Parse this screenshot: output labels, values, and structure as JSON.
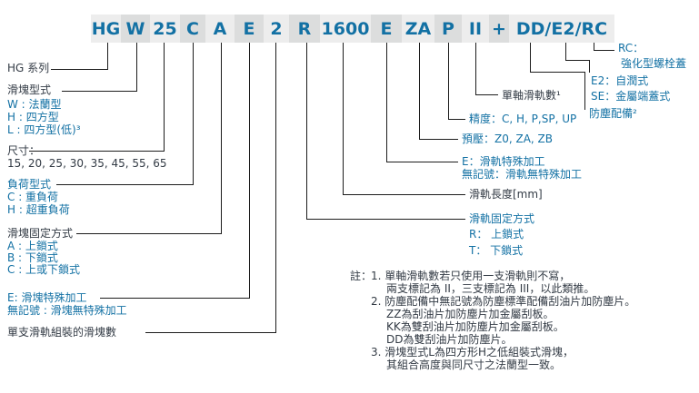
{
  "code": {
    "segments": [
      "HG",
      "W",
      "25",
      "C",
      "A",
      "E",
      "2",
      "R",
      "1600",
      "E",
      "ZA",
      "P",
      "II",
      "+",
      "DD/E2/RC"
    ]
  },
  "left_labels": {
    "series": {
      "heading": "HG 系列"
    },
    "block_type": {
      "heading": "滑塊型式",
      "items": [
        "W : 法蘭型",
        "H : 四方型",
        "L : 四方型(低)³"
      ]
    },
    "size": {
      "heading": "尺寸：",
      "values": "15, 20, 25, 30, 35, 45, 55, 65"
    },
    "load_type": {
      "heading": "負荷型式",
      "items": [
        "C : 重負荷",
        "H : 超重負荷"
      ]
    },
    "block_mounting": {
      "heading": "滑塊固定方式",
      "items": [
        "A : 上鎖式",
        "B : 下鎖式",
        "C : 上或下鎖式"
      ]
    },
    "block_special": {
      "heading": "E: 滑塊特殊加工",
      "items": [
        "無記號 : 滑塊無特殊加工"
      ]
    },
    "blocks_per_rail": {
      "heading": "單支滑軌組裝的滑塊數"
    }
  },
  "right_labels": {
    "rail_mounting": {
      "heading": "滑軌固定方式",
      "items": [
        "R： 上鎖式",
        "T： 下鎖式"
      ]
    },
    "rail_length": {
      "heading": "滑軌長度[mm]"
    },
    "rail_special": {
      "heading": "E：滑軌特殊加工",
      "items": [
        "無記號：滑軌無特殊加工"
      ]
    },
    "preload": {
      "heading": "預壓：Z0, ZA, ZB"
    },
    "precision": {
      "heading": "精度：C, H, P,SP, UP"
    },
    "rails_per_axis": {
      "heading": "單軸滑軌數¹"
    },
    "dust_protection": {
      "heading": "防塵配備²"
    },
    "lubrication": {
      "items": [
        "E2：自潤式",
        "SE：金屬端蓋式"
      ]
    },
    "bolt_cap": {
      "heading": "RC：",
      "sub": "強化型螺栓蓋"
    }
  },
  "notes": {
    "prefix": "註：",
    "lines": [
      "1. 單軸滑軌數若只使用一支滑軌則不寫，",
      "兩支標記為 II，三支標記為 III，以此類推。",
      "2. 防塵配備中無記號為防塵標準配備刮油片加防塵片。",
      "ZZ為刮油片加防塵片加金屬刮板。",
      "KK為雙刮油片加防塵片加金屬刮板。",
      "DD為雙刮油片加防塵片。",
      "3. 滑塊型式L為四方形H之低組裝式滑塊，",
      "其組合高度與同尺寸之法蘭型一致。"
    ]
  },
  "colors": {
    "accent_blue": "#1371a4",
    "text_dark": "#333b45",
    "band_light": "#ededed",
    "band_dark": "#dcdddd",
    "line": "#1c1c1c"
  }
}
